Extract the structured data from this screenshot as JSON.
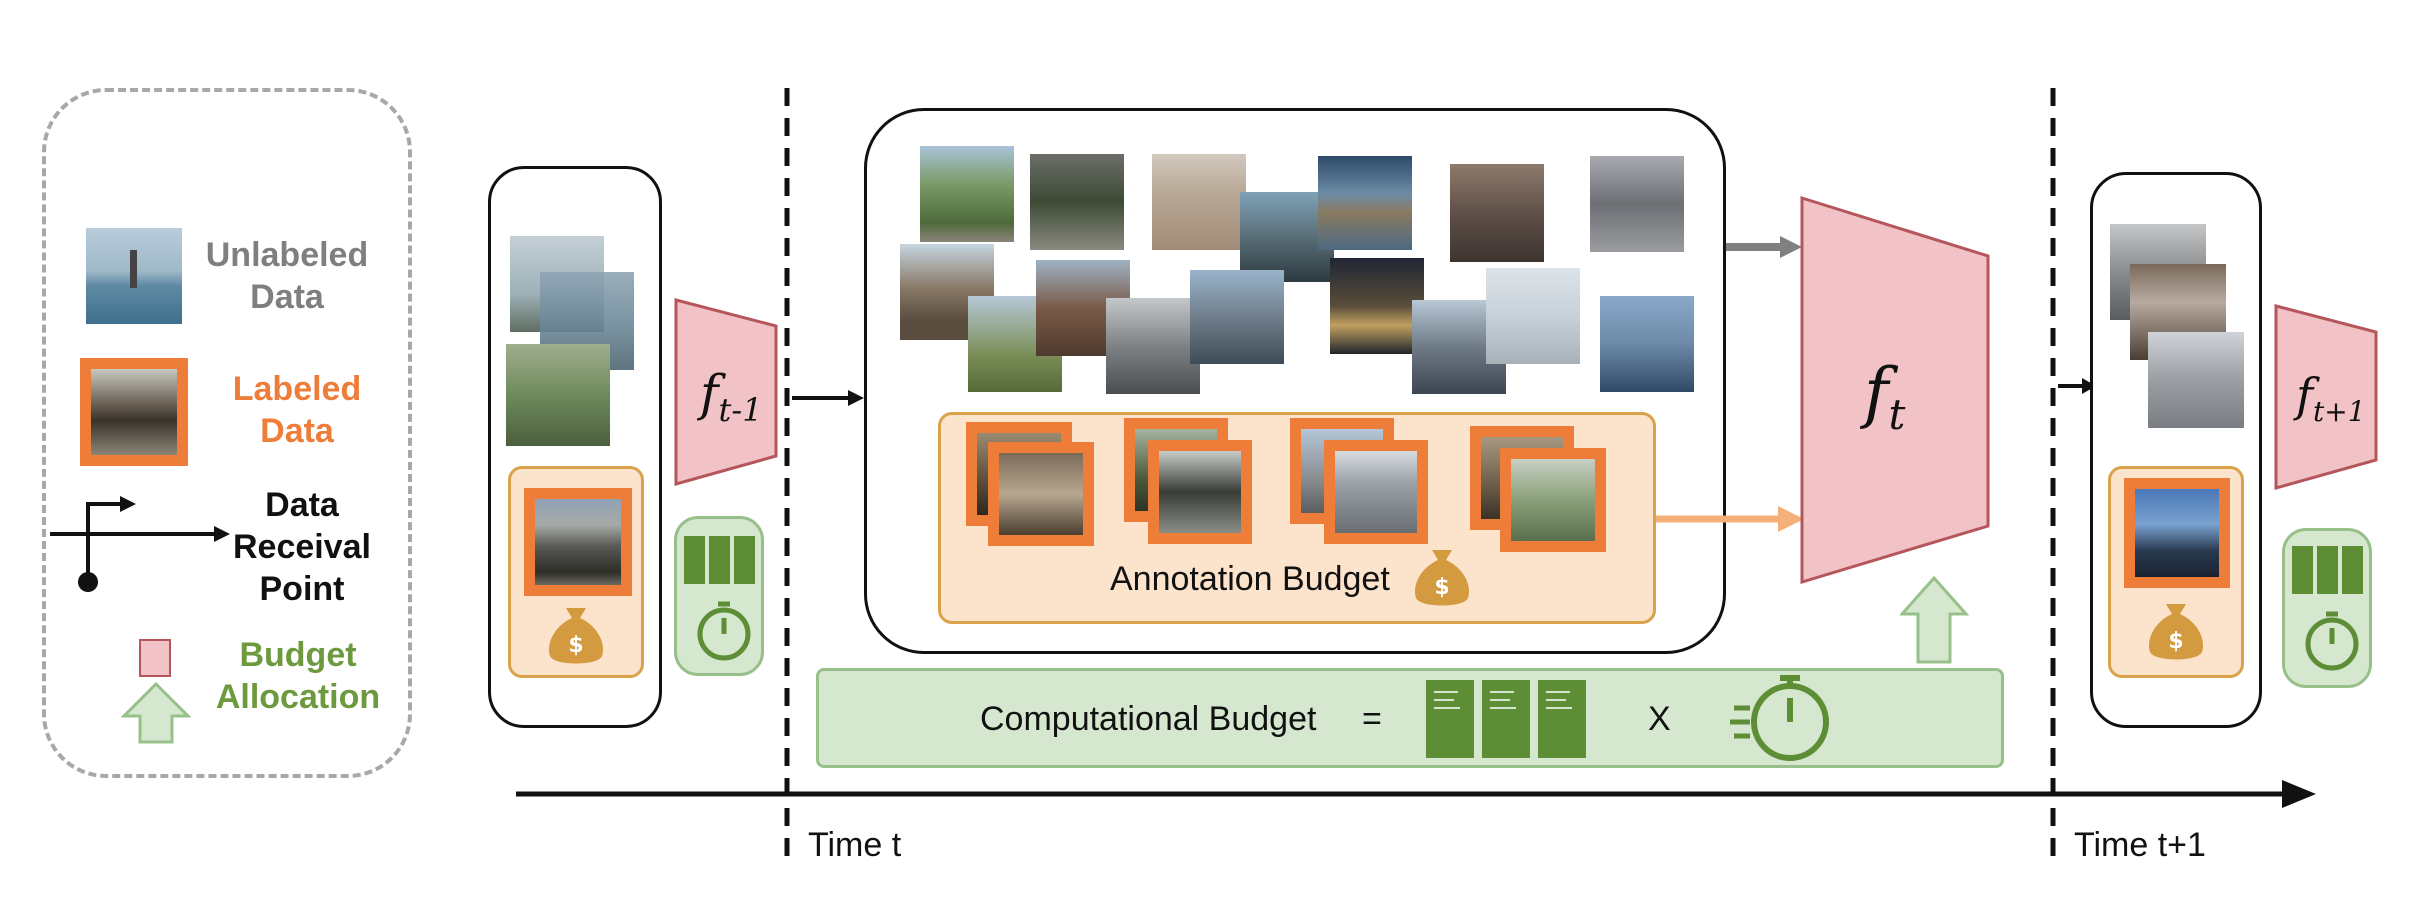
{
  "legend": {
    "unlabeled": "Unlabeled\nData",
    "labeled": "Labeled\nData",
    "receival": "Data\nReceival\nPoint",
    "budget": "Budget\nAllocation"
  },
  "models": {
    "prev": "f",
    "prev_sub": "t-1",
    "curr": "f",
    "curr_sub": "t",
    "next": "f",
    "next_sub": "t+1"
  },
  "annotation_budget": "Annotation Budget",
  "computational_budget": "Computational Budget",
  "equals": "=",
  "times": "X",
  "time_t": "Time t",
  "time_t1": "Time t+1",
  "colors": {
    "labeled_border": "#ee7d3a",
    "unlabeled_text": "#7f7f7f",
    "labeled_text": "#ee7d3a",
    "budget_text": "#6e9a3f",
    "model_fill": "#f2c3c6",
    "model_stroke": "#b5555c",
    "green_icon": "#5d8d35",
    "bag": "#d49a40"
  }
}
